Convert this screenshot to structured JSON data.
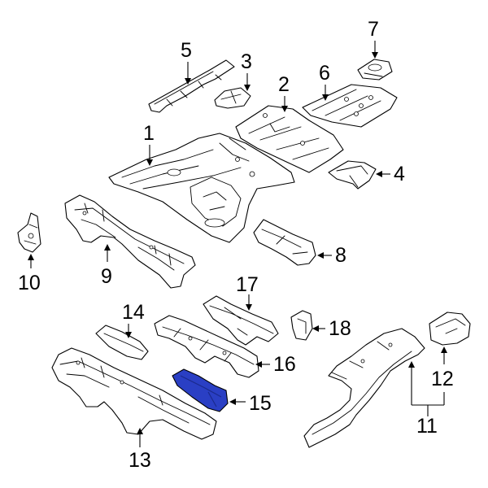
{
  "callouts": {
    "c1": "1",
    "c2": "2",
    "c3": "3",
    "c4": "4",
    "c5": "5",
    "c6": "6",
    "c7": "7",
    "c8": "8",
    "c9": "9",
    "c10": "10",
    "c11": "11",
    "c12": "12",
    "c13": "13",
    "c14": "14",
    "c15": "15",
    "c16": "16",
    "c17": "17",
    "c18": "18"
  },
  "colors": {
    "highlight_part": "#2a3fc4",
    "highlight_part_dark": "#1a2a8c",
    "line": "#000000",
    "background": "#ffffff"
  },
  "highlighted_part": "15"
}
